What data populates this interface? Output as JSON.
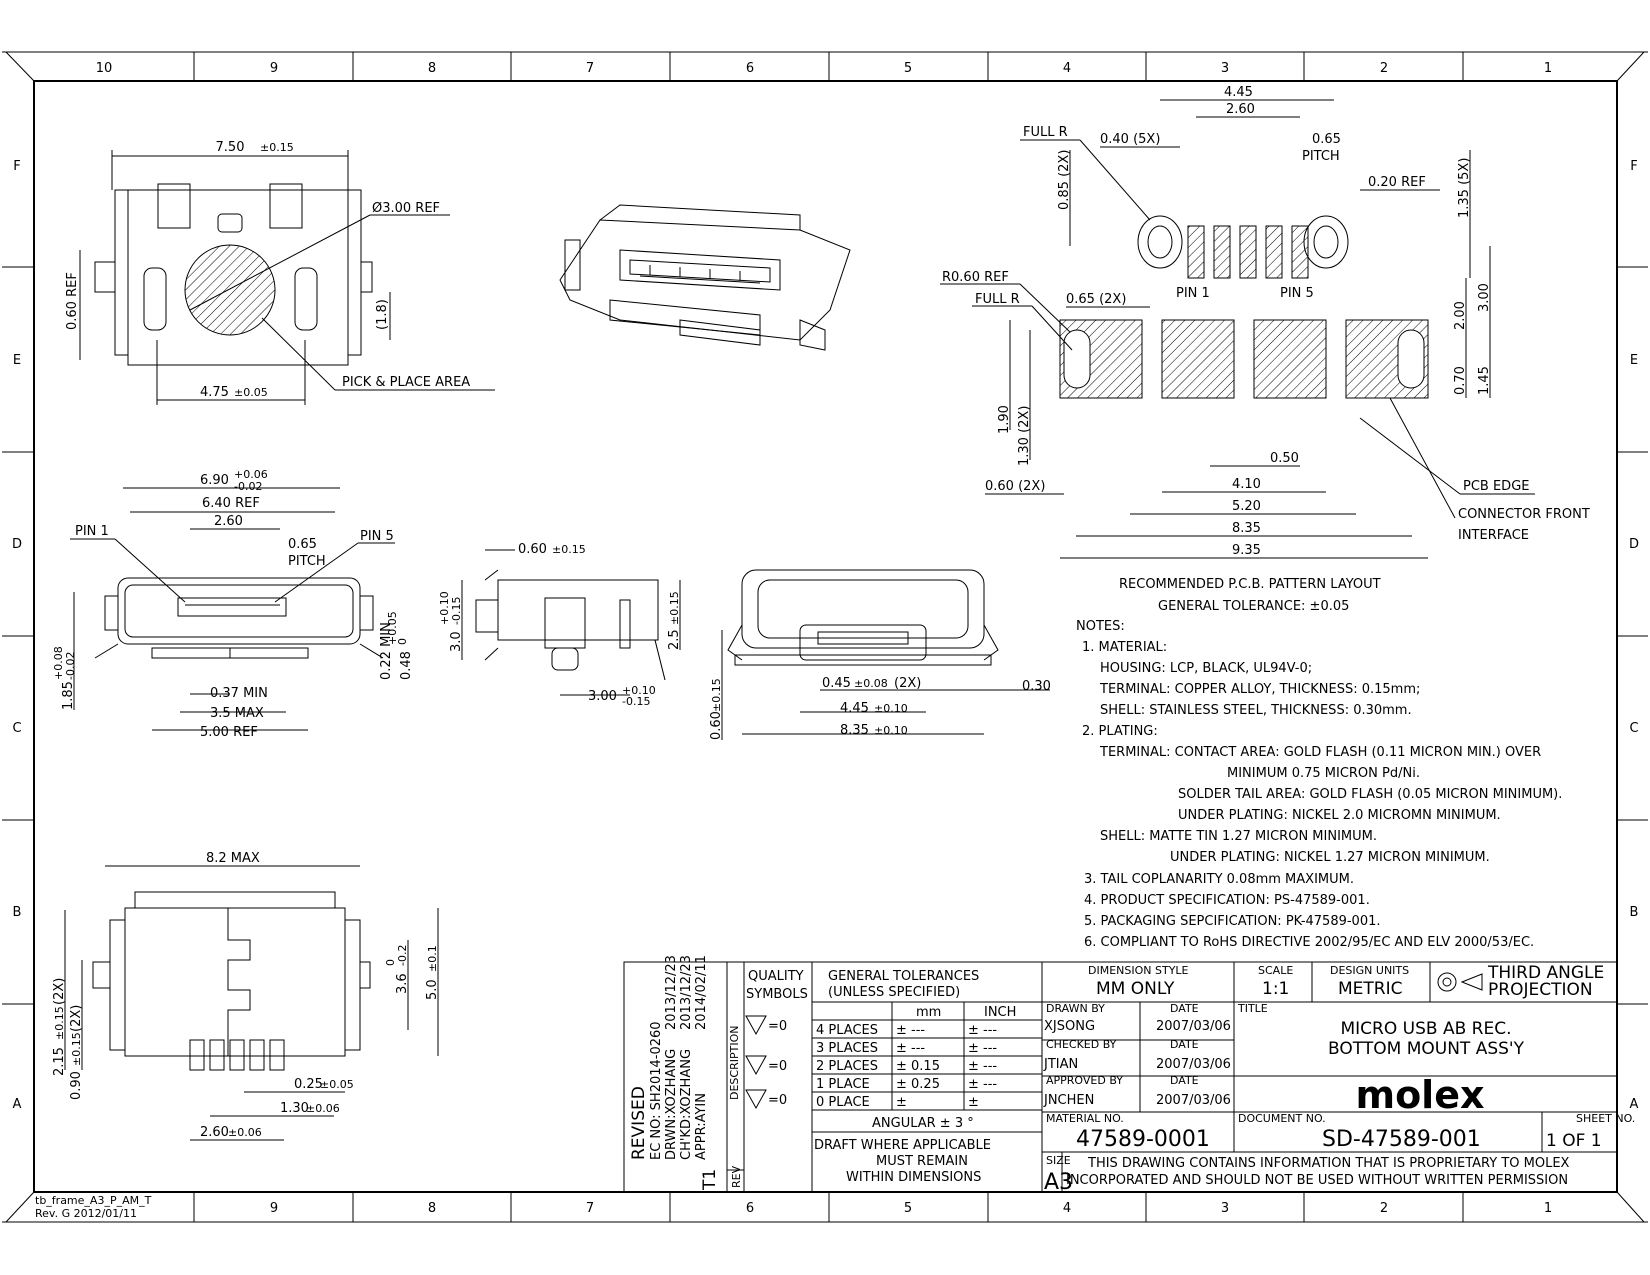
{
  "frame": {
    "columns": [
      "10",
      "9",
      "8",
      "7",
      "6",
      "5",
      "4",
      "3",
      "2",
      "1"
    ],
    "bottom_columns": [
      "9",
      "8",
      "7",
      "6",
      "5",
      "4",
      "3",
      "2",
      "1"
    ],
    "rows": [
      "F",
      "E",
      "D",
      "C",
      "B",
      "A"
    ],
    "frame_id": "tb_frame_A3_P_AM_T",
    "frame_rev": "Rev. G 2012/01/11"
  },
  "top_view": {
    "width": "7.50",
    "width_tol": "±0.15",
    "dia": "Ø3.00 REF",
    "side_dim": "0.60 REF",
    "height_dim": "(1.8)",
    "bottom_dim": "4.75",
    "bottom_tol": "±0.05",
    "pick_place": "PICK & PLACE AREA"
  },
  "front_view": {
    "w1": "6.90",
    "w1_tol_up": "+0.06",
    "w1_tol_dn": "-0.02",
    "w2": "6.40 REF",
    "w3": "2.60",
    "pitch": "0.65",
    "pitch_label": "PITCH",
    "pin1": "PIN 1",
    "pin5": "PIN 5",
    "min037": "0.37 MIN",
    "max35": "3.5 MAX",
    "ref500": "5.00 REF",
    "v185": "1.85",
    "v185_up": "+0.08",
    "v185_dn": "-0.02",
    "v022": "0.22 MIN",
    "v048": "0.48",
    "v048_up": "+0.05",
    "v048_dn": "0"
  },
  "side_view": {
    "top": "0.60",
    "top_tol": "±0.15",
    "h30": "3.0",
    "h30_up": "+0.10",
    "h30_dn": "-0.15",
    "h25": "2.5",
    "h25_tol": "±0.15",
    "bot": "3.00",
    "bot_up": "+0.10",
    "bot_dn": "-0.15"
  },
  "rear_view": {
    "d030": "0.30",
    "d045": "0.45",
    "d045_tol": "±0.08",
    "d045_x": "(2X)",
    "d445": "4.45",
    "d445_tol": "±0.10",
    "d835": "8.35",
    "d835_tol": "±0.10",
    "v060": "0.60",
    "v060_tol": "±0.15"
  },
  "bottom_view": {
    "w82": "8.2 MAX",
    "v215": "2.15",
    "v215_tol": "±0.15",
    "v215_x": "(2X)",
    "v090": "0.90",
    "v090_tol": "±0.15",
    "v090_x": "(2X)",
    "d025": "0.25",
    "d025_tol": "±0.05",
    "d130": "1.30",
    "d130_tol": "±0.06",
    "d260": "2.60",
    "d260_tol": "±0.06",
    "h36": "3.6",
    "h36_up": "0",
    "h36_dn": "-0.2",
    "h50": "5.0",
    "h50_tol": "±0.1"
  },
  "pcb": {
    "d445": "4.45",
    "d260": "2.60",
    "full_r": "FULL R",
    "d040": "0.40 (5X)",
    "d065": "0.65",
    "pitch_label": "PITCH",
    "ref020": "0.20 REF",
    "v085": "0.85 (2X)",
    "v135": "1.35 (5X)",
    "pin1": "PIN 1",
    "pin5": "PIN 5",
    "r060": "R0.60 REF",
    "full_r2": "FULL R",
    "d065_2x": "0.65 (2X)",
    "v300": "3.00",
    "v200": "2.00",
    "v070": "0.70",
    "v145": "1.45",
    "v190": "1.90",
    "v130": "1.30 (2X)",
    "d050": "0.50",
    "d060": "0.60 (2X)",
    "d410": "4.10",
    "d520": "5.20",
    "d835": "8.35",
    "d935": "9.35",
    "pcb_edge": "PCB EDGE",
    "conn_front": "CONNECTOR FRONT",
    "interface": "INTERFACE",
    "caption": "RECOMMENDED P.C.B. PATTERN LAYOUT",
    "tolerance": "GENERAL TOLERANCE: ±0.05"
  },
  "notes": [
    "NOTES:",
    "1. MATERIAL:",
    "HOUSING: LCP, BLACK, UL94V-0;",
    "TERMINAL: COPPER ALLOY, THICKNESS: 0.15mm;",
    "SHELL: STAINLESS STEEL, THICKNESS: 0.30mm.",
    "2. PLATING:",
    "TERMINAL: CONTACT AREA: GOLD FLASH (0.11 MICRON MIN.) OVER",
    "MINIMUM 0.75 MICRON Pd/Ni.",
    "SOLDER TAIL AREA: GOLD FLASH (0.05 MICRON MINIMUM).",
    "UNDER PLATING: NICKEL 2.0 MICROMN MINIMUM.",
    "SHELL: MATTE TIN 1.27 MICRON MINIMUM.",
    "UNDER PLATING: NICKEL 1.27 MICRON MINIMUM.",
    "3. TAIL COPLANARITY 0.08mm MAXIMUM.",
    "4. PRODUCT SPECIFICATION: PS-47589-001.",
    "5. PACKAGING SEPCIFICATION: PK-47589-001.",
    "6. COMPLIANT TO RoHS DIRECTIVE 2002/95/EC AND ELV 2000/53/EC."
  ],
  "revision": {
    "revised": "REVISED",
    "ec_no": "EC NO: SH2014-0260",
    "drwn": "DRWN:XOZHANG",
    "chkd": "CH'KD:XOZHANG",
    "appr": "APPR:AYIN",
    "date1": "2013/12/23",
    "date2": "2013/12/23",
    "date3": "2014/02/11",
    "description": "DESCRIPTION",
    "rev_label": "REV",
    "rev_value": "T1"
  },
  "title_block": {
    "quality1": "QUALITY",
    "quality2": "SYMBOLS",
    "sym1": "=0",
    "sym2": "=0",
    "sym3": "=0",
    "gt1": "GENERAL TOLERANCES",
    "gt2": "(UNLESS SPECIFIED)",
    "mm": "mm",
    "inch": "INCH",
    "rows": [
      {
        "label": "4 PLACES",
        "mm": "± ---",
        "inch": "± ---"
      },
      {
        "label": "3 PLACES",
        "mm": "± ---",
        "inch": "± ---"
      },
      {
        "label": "2 PLACES",
        "mm": "± 0.15",
        "inch": "± ---"
      },
      {
        "label": "1 PLACE",
        "mm": "± 0.25",
        "inch": "± ---"
      },
      {
        "label": "0 PLACE",
        "mm": "±",
        "inch": "±"
      }
    ],
    "angular": "ANGULAR ± 3 °",
    "draft1": "DRAFT WHERE APPLICABLE",
    "draft2": "MUST REMAIN",
    "draft3": "WITHIN DIMENSIONS",
    "dim_style_label": "DIMENSION STYLE",
    "dim_style": "MM ONLY",
    "scale_label": "SCALE",
    "scale": "1:1",
    "units_label": "DESIGN UNITS",
    "units": "METRIC",
    "projection1": "THIRD ANGLE",
    "projection2": "PROJECTION",
    "drawn_by_label": "DRAWN BY",
    "drawn_by": "XJSONG",
    "checked_by_label": "CHECKED BY",
    "checked_by": "JTIAN",
    "approved_by_label": "APPROVED BY",
    "approved_by": "JNCHEN",
    "date_label": "DATE",
    "date_drawn": "2007/03/06",
    "date_checked": "2007/03/06",
    "date_approved": "2007/03/06",
    "title_label": "TITLE",
    "title1": "MICRO USB AB REC.",
    "title2": "BOTTOM MOUNT ASS'Y",
    "logo": "molex",
    "material_label": "MATERIAL NO.",
    "material": "47589-0001",
    "document_label": "DOCUMENT NO.",
    "document": "SD-47589-001",
    "sheet_label": "SHEET NO.",
    "sheet": "1 OF 1",
    "size_label": "SIZE",
    "size": "A3",
    "proprietary1": "THIS DRAWING CONTAINS INFORMATION THAT IS PROPRIETARY TO MOLEX",
    "proprietary2": "INCORPORATED AND SHOULD NOT BE USED WITHOUT WRITTEN PERMISSION"
  }
}
